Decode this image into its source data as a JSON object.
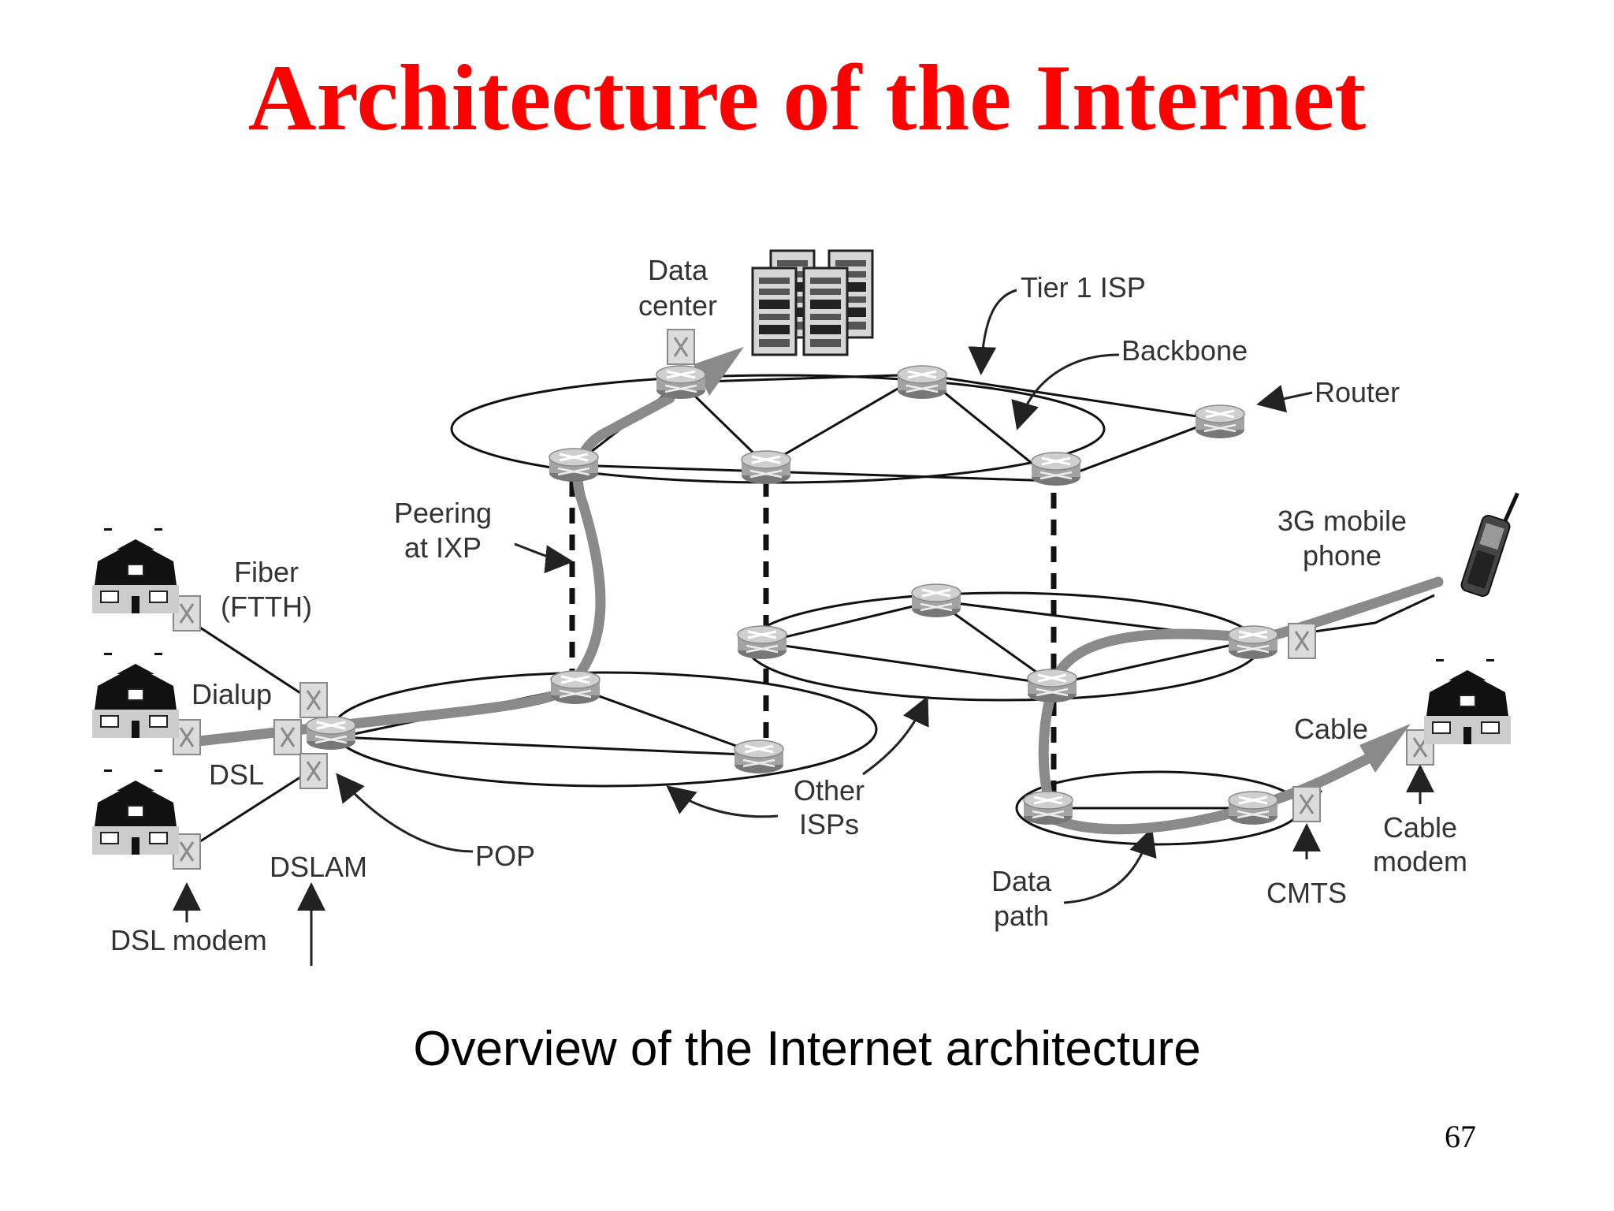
{
  "slide": {
    "title": "Architecture of the Internet",
    "caption": "Overview of the Internet architecture",
    "page_number": "67",
    "title_color": "#ff0000"
  },
  "diagram": {
    "labels": {
      "data_center_1": "Data",
      "data_center_2": "center",
      "tier1_isp": "Tier 1 ISP",
      "backbone": "Backbone",
      "router": "Router",
      "peering_1": "Peering",
      "peering_2": "at IXP",
      "fiber_1": "Fiber",
      "fiber_2": "(FTTH)",
      "dialup": "Dialup",
      "dsl": "DSL",
      "dslam": "DSLAM",
      "pop": "POP",
      "dsl_modem": "DSL modem",
      "mobile_1": "3G mobile",
      "mobile_2": "phone",
      "other_isps_1": "Other",
      "other_isps_2": "ISPs",
      "cable": "Cable",
      "cable_modem_1": "Cable",
      "cable_modem_2": "modem",
      "cmts": "CMTS",
      "data_path_1": "Data",
      "data_path_2": "path"
    },
    "icons": [
      "router-icon",
      "server-icon",
      "house-icon",
      "mobile-phone-icon",
      "modem-icon"
    ],
    "colors": {
      "data_path": "#888888",
      "line": "#111111",
      "router": "#9a9a9a"
    }
  }
}
